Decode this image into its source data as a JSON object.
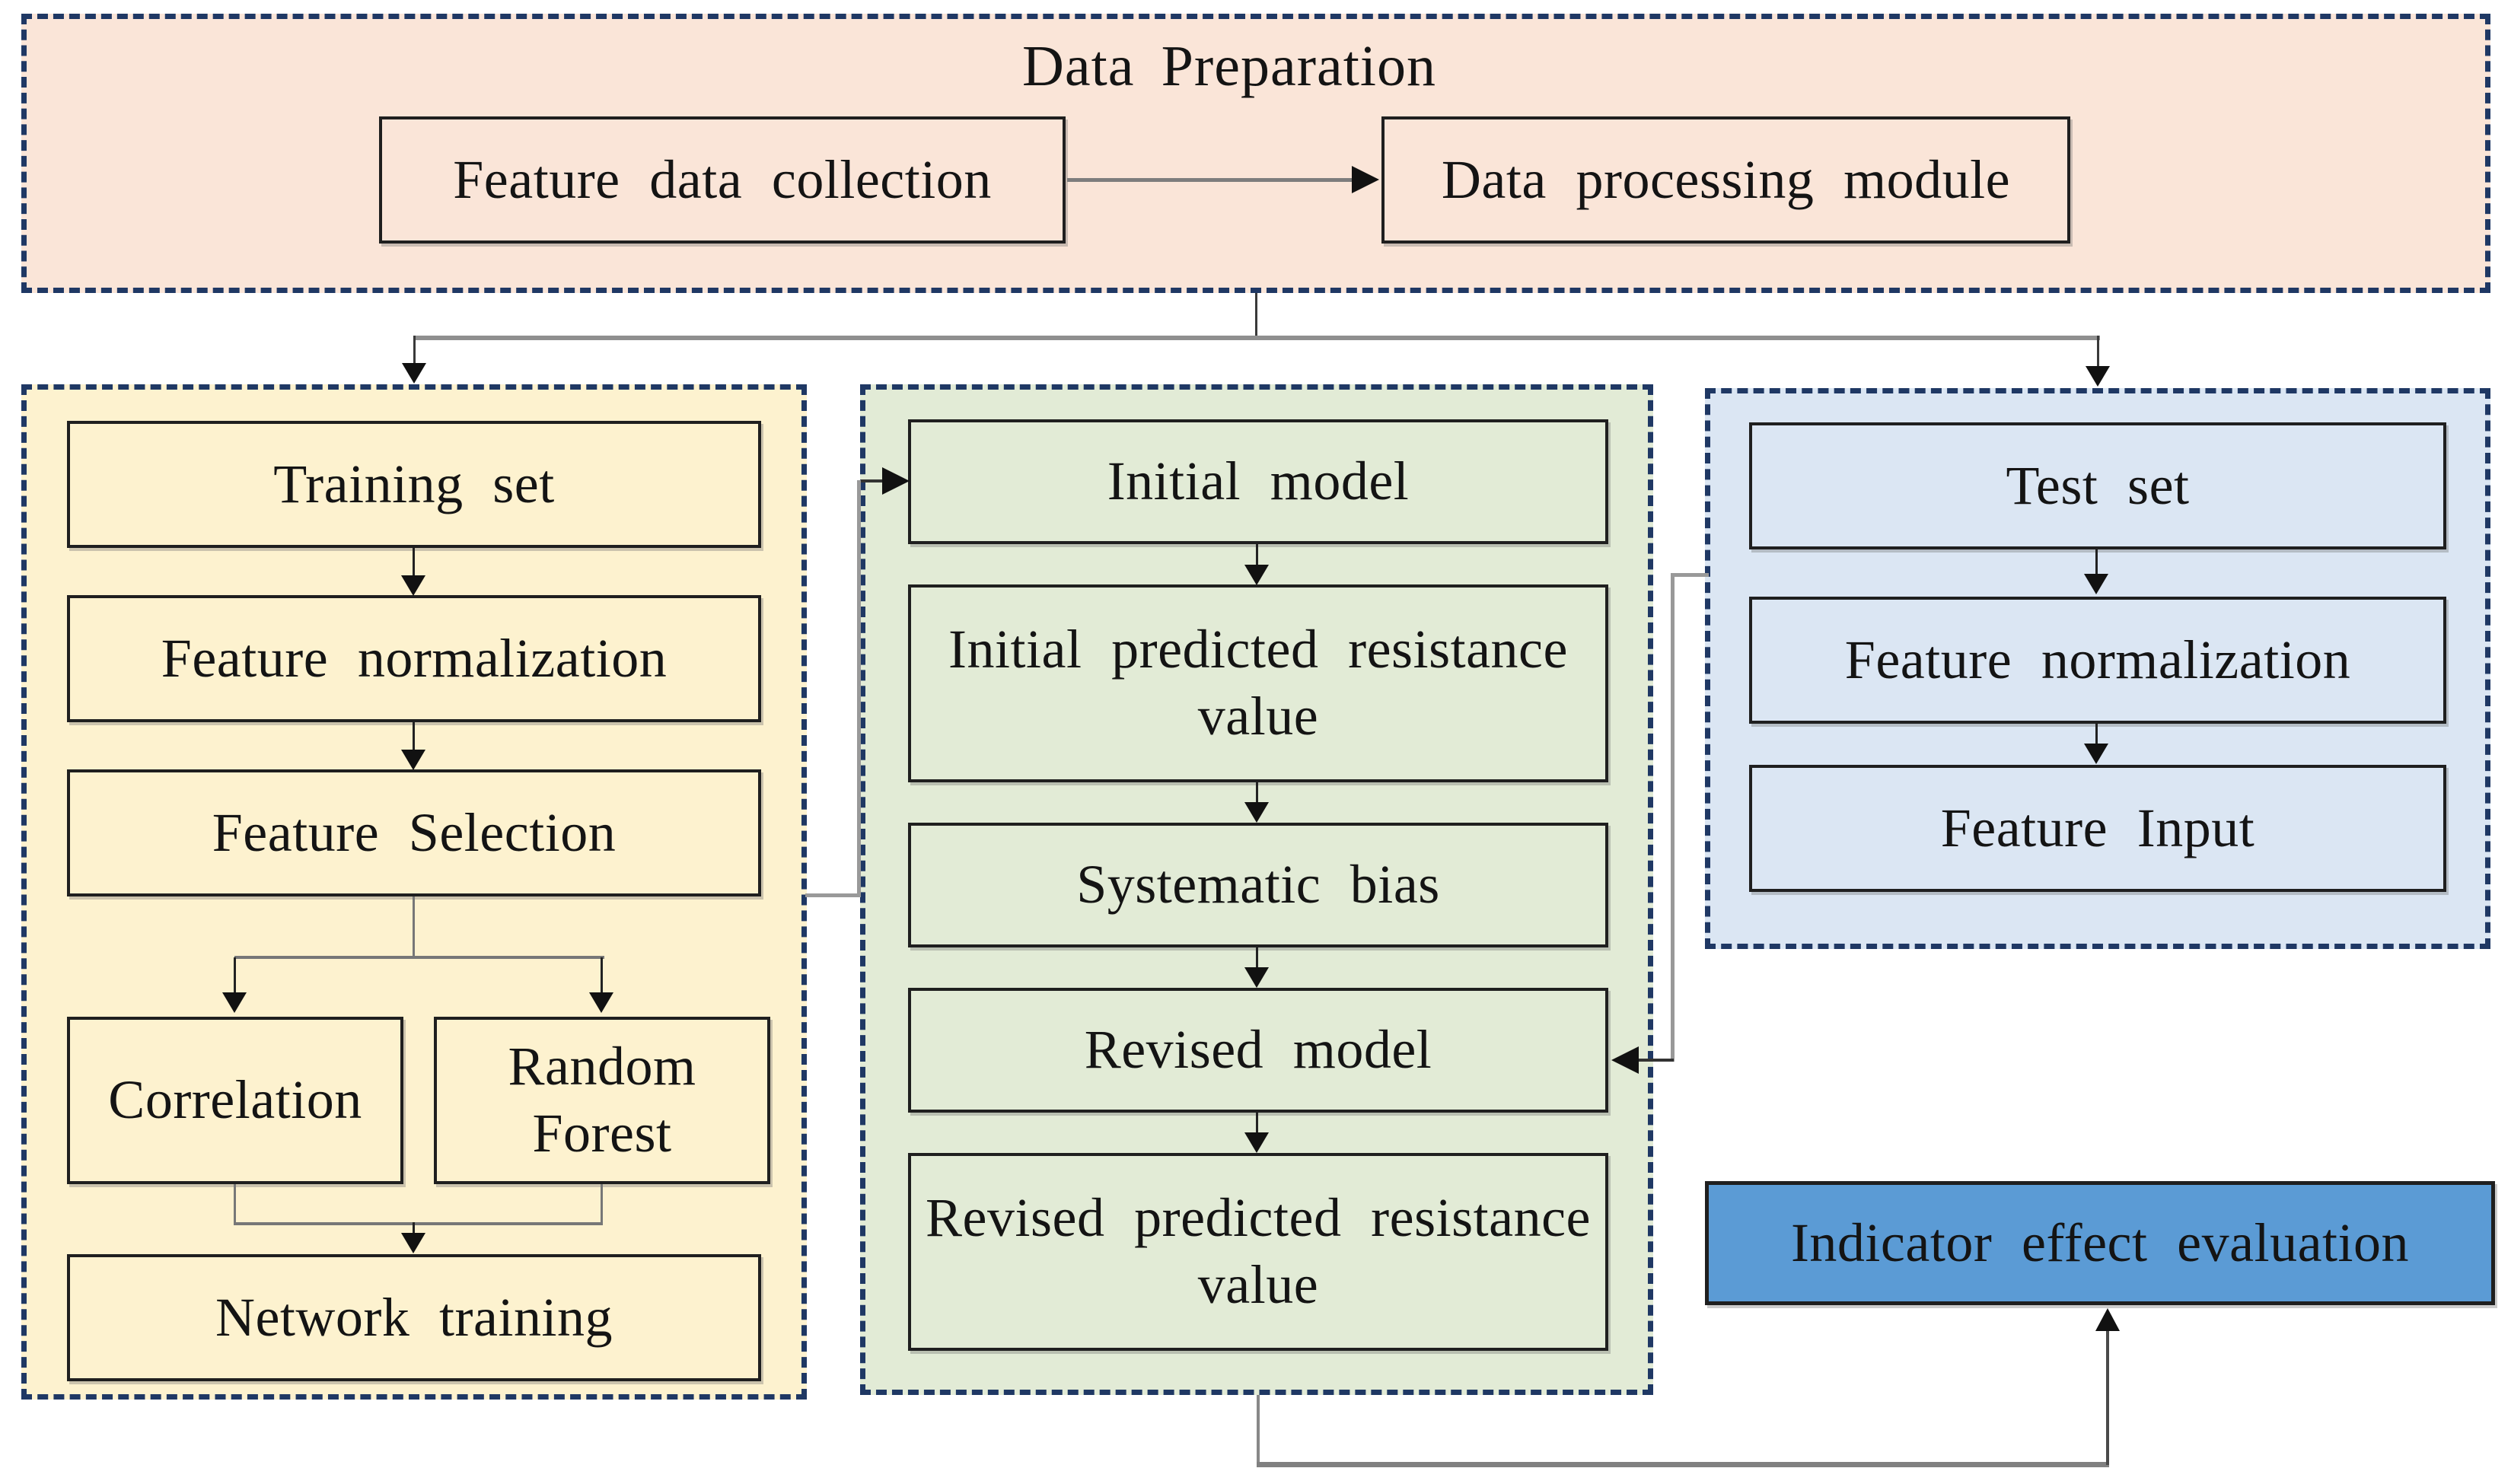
{
  "data_preparation": {
    "title": "Data Preparation",
    "feature_data_collection": "Feature data collection",
    "data_processing_module": "Data processing module"
  },
  "training_branch": {
    "training_set": "Training set",
    "feature_normalization": "Feature normalization",
    "feature_selection": "Feature Selection",
    "correlation": "Correlation",
    "random_forest": "Random Forest",
    "network_training": "Network training"
  },
  "model_branch": {
    "initial_model": "Initial model",
    "initial_predicted_resistance_value": "Initial predicted resistance value",
    "systematic_bias": "Systematic bias",
    "revised_model": "Revised model",
    "revised_predicted_resistance_value": "Revised predicted resistance value"
  },
  "test_branch": {
    "test_set": "Test set",
    "feature_normalization": "Feature normalization",
    "feature_input": "Feature Input"
  },
  "evaluation": {
    "indicator_effect_evaluation": "Indicator effect evaluation"
  },
  "colors": {
    "data_preparation_bg": "#fae5d8",
    "training_bg": "#fdf2cf",
    "model_bg": "#e2ebd6",
    "test_bg": "#dbe6f3",
    "evaluation_bg": "#5b9bd5",
    "dashed_border": "#1f3864",
    "box_border": "#1f1f1f",
    "connector_gray": "#8f8f8f",
    "connector_black": "#333333"
  }
}
